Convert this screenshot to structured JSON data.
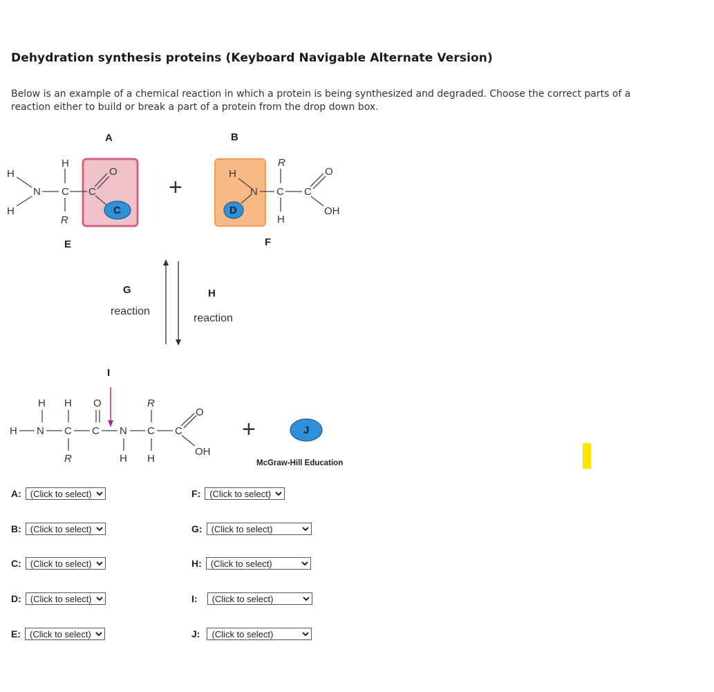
{
  "title": "Dehydration synthesis proteins (Keyboard Navigable Alternate Version)",
  "intro": "Below is an example of a chemical reaction in which a protein is being synthesized and degraded. Choose the correct parts of a reaction either to build or break a part of a protein from the drop down box.",
  "diagram": {
    "labels": {
      "A": "A",
      "B": "B",
      "C": "C",
      "D": "D",
      "E": "E",
      "F": "F",
      "G": "G",
      "H": "H",
      "I": "I",
      "J": "J"
    },
    "reaction_word": "reaction",
    "plus": "+",
    "credit": "McGraw-Hill Education",
    "atoms": {
      "H": "H",
      "N": "N",
      "C": "C",
      "O": "O",
      "R": "R",
      "OH": "OH"
    },
    "colors": {
      "box_pink": "#efc1c8",
      "box_pink_border": "#d6647a",
      "box_orange": "#f9b985",
      "box_orange_border": "#f39a53",
      "blue": "#2f8fd8",
      "arrow_magenta": "#b5248f"
    }
  },
  "selects": [
    {
      "label": "A:",
      "value": "(Click to select)"
    },
    {
      "label": "B:",
      "value": "(Click to select)"
    },
    {
      "label": "C:",
      "value": "(Click to select)"
    },
    {
      "label": "D:",
      "value": "(Click to select)"
    },
    {
      "label": "E:",
      "value": "(Click to select)"
    },
    {
      "label": "F:",
      "value": "(Click to select)"
    },
    {
      "label": "G:",
      "value": "(Click to select)"
    },
    {
      "label": "H:",
      "value": "(Click to select)"
    },
    {
      "label": "I:",
      "value": "(Click to select)"
    },
    {
      "label": "J:",
      "value": "(Click to select)"
    }
  ]
}
